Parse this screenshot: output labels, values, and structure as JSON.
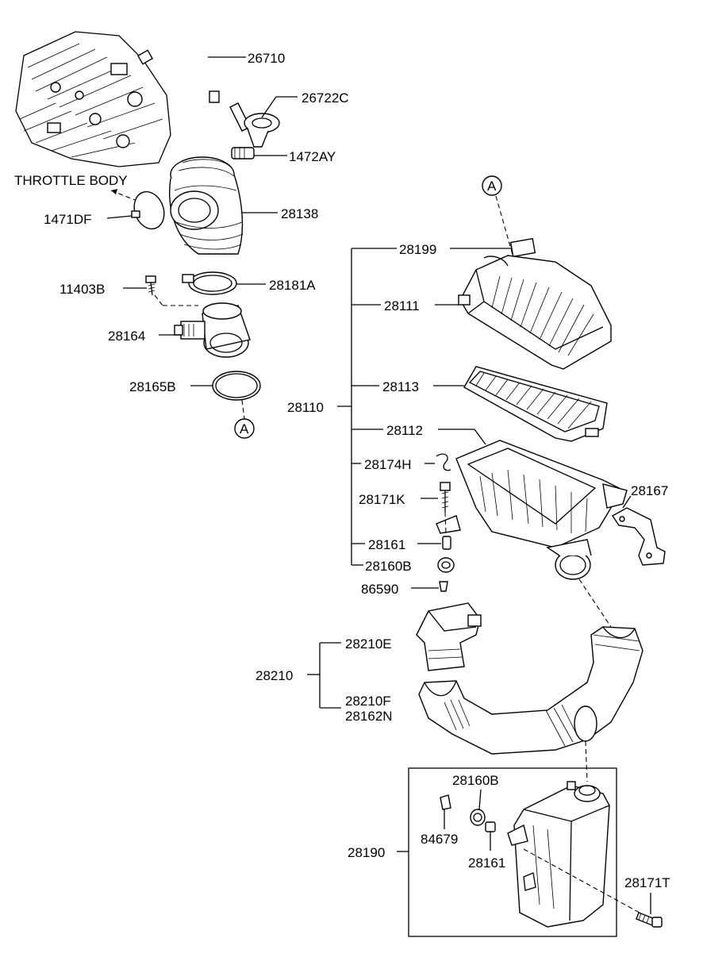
{
  "labels": {
    "p26710": "26710",
    "p26722C": "26722C",
    "p1472AY": "1472AY",
    "throttle_body": "THROTTLE BODY",
    "p1471DF": "1471DF",
    "p28138": "28138",
    "p11403B": "11403B",
    "p28181A": "28181A",
    "p28164": "28164",
    "p28165B": "28165B",
    "ref_a_bottom": "A",
    "ref_a_top": "A",
    "p28199": "28199",
    "p28111": "28111",
    "p28113": "28113",
    "p28110": "28110",
    "p28112": "28112",
    "p28174H": "28174H",
    "p28171K": "28171K",
    "p28167": "28167",
    "p28161": "28161",
    "p28160B": "28160B",
    "p86590": "86590",
    "p28210E": "28210E",
    "p28210": "28210",
    "p28210F": "28210F",
    "p28162N": "28162N",
    "p28160B_box": "28160B",
    "p84679": "84679",
    "p28190": "28190",
    "p28161_box": "28161",
    "p28171T": "28171T"
  },
  "icons": [
    "engine-manifold",
    "breather-hose",
    "pcv-fitting",
    "intake-hose",
    "hose-clamp",
    "bolt",
    "air-flow-sensor",
    "gasket-ring",
    "air-cleaner-cover",
    "air-filter-element",
    "air-cleaner-body",
    "bracket",
    "grommet",
    "air-duct",
    "resonator"
  ]
}
